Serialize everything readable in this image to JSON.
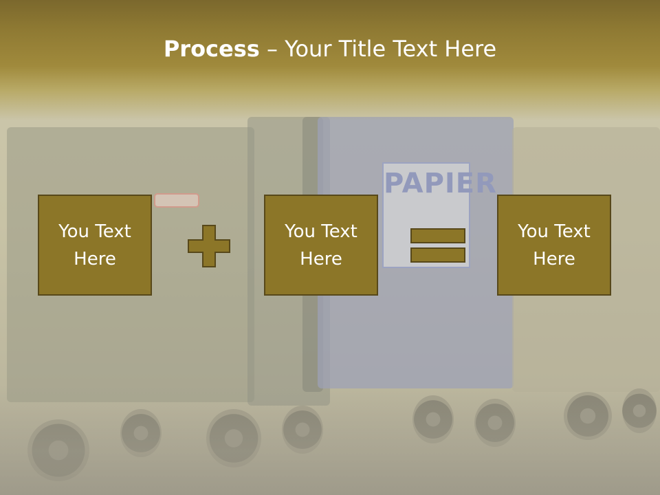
{
  "slide": {
    "title_bold": "Process",
    "title_rest": " – Your Title Text Here"
  },
  "background": {
    "sign_text": "PAPIER"
  },
  "process": {
    "boxes": [
      {
        "text": "You Text\nHere"
      },
      {
        "text": "You Text\nHere"
      },
      {
        "text": "You Text\nHere"
      }
    ],
    "operators": [
      "plus-icon",
      "equals-icon"
    ]
  },
  "colors": {
    "header": "#8f7a33",
    "box_fill": "#8c7628",
    "box_border": "#57481a",
    "title_text": "#ffffff"
  }
}
